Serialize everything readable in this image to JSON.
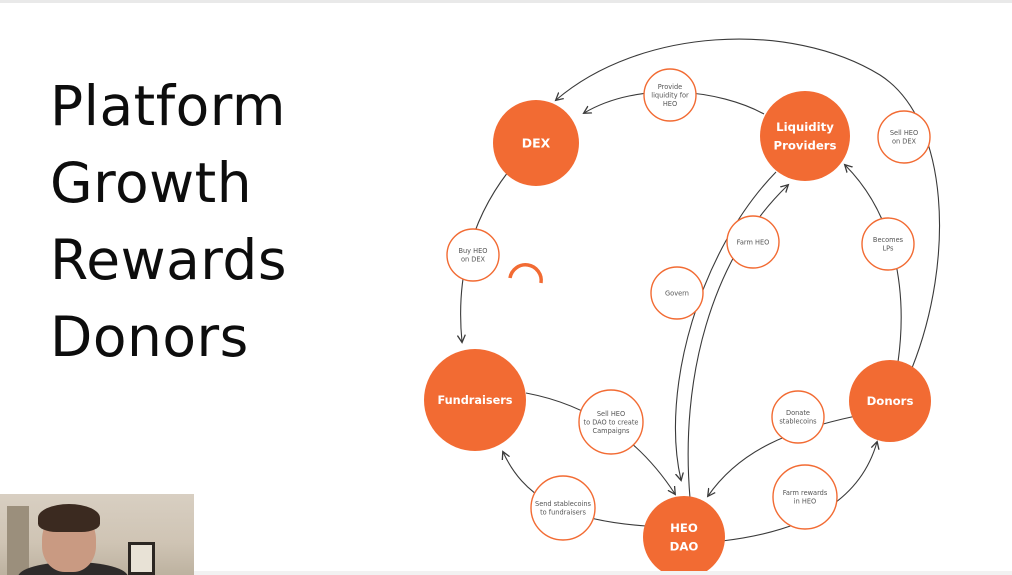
{
  "title_lines": [
    "Platform",
    "Growth",
    "Rewards",
    "Donors"
  ],
  "colors": {
    "accent": "#f26b33",
    "arrow": "#3a3a3a",
    "action_border": "#f26b33",
    "text": "#0d0d0d"
  },
  "nodes": [
    {
      "id": "dex",
      "lines": [
        "DEX"
      ]
    },
    {
      "id": "lp",
      "lines": [
        "Liquidity",
        "Providers"
      ]
    },
    {
      "id": "fundraisers",
      "lines": [
        "Fundraisers"
      ]
    },
    {
      "id": "donors",
      "lines": [
        "Donors"
      ]
    },
    {
      "id": "heo",
      "lines": [
        "HEO",
        "DAO"
      ]
    }
  ],
  "actions": [
    {
      "id": "provide-liquidity",
      "lines": [
        "Provide",
        "liquidity for",
        "HEO"
      ]
    },
    {
      "id": "sell-heo-dex",
      "lines": [
        "Sell HEO",
        "on DEX"
      ]
    },
    {
      "id": "buy-heo",
      "lines": [
        "Buy HEO",
        "on DEX"
      ]
    },
    {
      "id": "farm-heo",
      "lines": [
        "Farm HEO"
      ]
    },
    {
      "id": "becomes-lps",
      "lines": [
        "Becomes",
        "LPs"
      ]
    },
    {
      "id": "govern",
      "lines": [
        "Govern"
      ]
    },
    {
      "id": "sell-heo-dao",
      "lines": [
        "Sell HEO",
        "to DAO to create",
        "Campaigns"
      ]
    },
    {
      "id": "donate-stablecoins",
      "lines": [
        "Donate",
        "stablecoins"
      ]
    },
    {
      "id": "send-stablecoins",
      "lines": [
        "Send stablecoins",
        "to fundraisers"
      ]
    },
    {
      "id": "farm-rewards",
      "lines": [
        "Farm rewards",
        "in HEO"
      ]
    }
  ]
}
